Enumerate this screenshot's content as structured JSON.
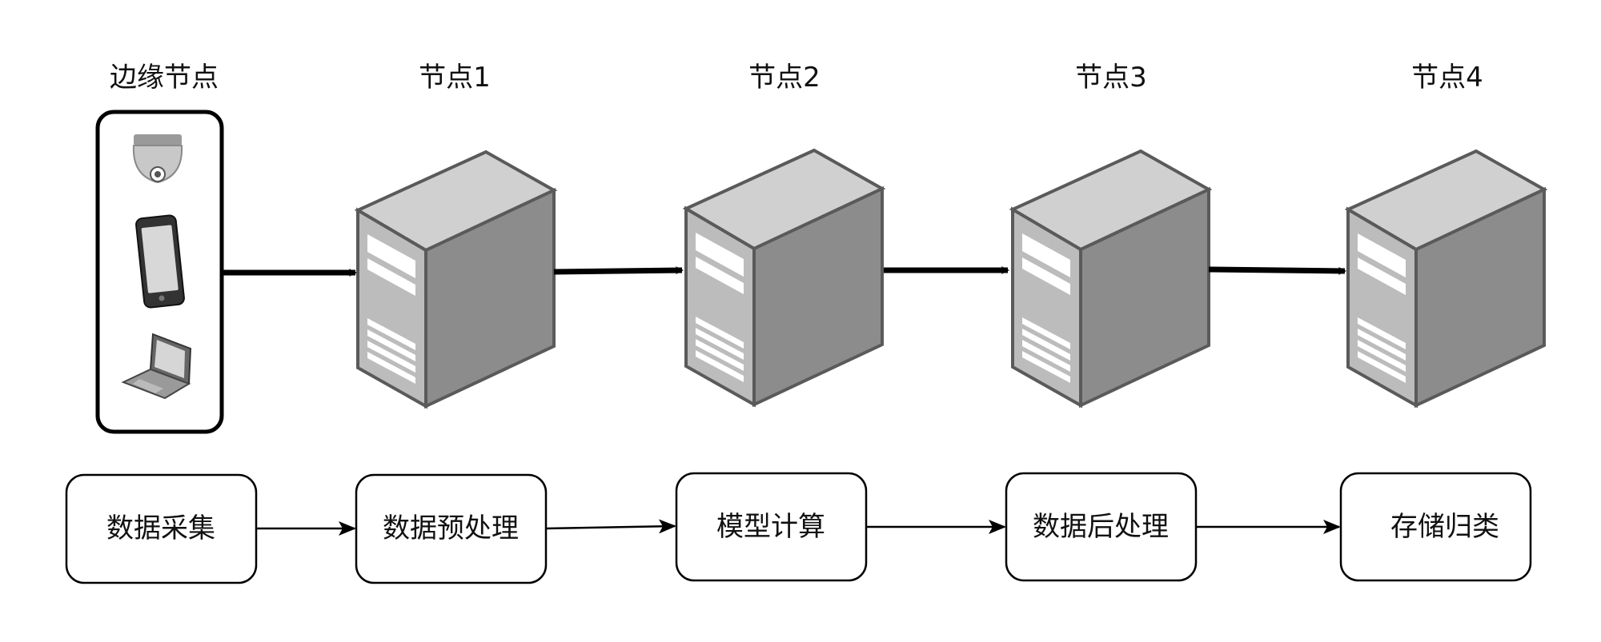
{
  "nodes": [
    {
      "label": "边缘节点",
      "kind": "edge-group"
    },
    {
      "label": "节点1",
      "kind": "server"
    },
    {
      "label": "节点2",
      "kind": "server"
    },
    {
      "label": "节点3",
      "kind": "server"
    },
    {
      "label": "节点4",
      "kind": "server"
    }
  ],
  "edge_devices": [
    "camera-icon",
    "smartphone-icon",
    "laptop-icon"
  ],
  "stages": [
    {
      "label": "数据采集"
    },
    {
      "label": "数据预处理"
    },
    {
      "label": "模型计算"
    },
    {
      "label": "数据后处理"
    },
    {
      "label": "存储归类"
    }
  ],
  "colors": {
    "server_front": "#bdbdbd",
    "server_side": "#8f8f8f",
    "server_top": "#d2d2d2",
    "outline": "#000000"
  }
}
